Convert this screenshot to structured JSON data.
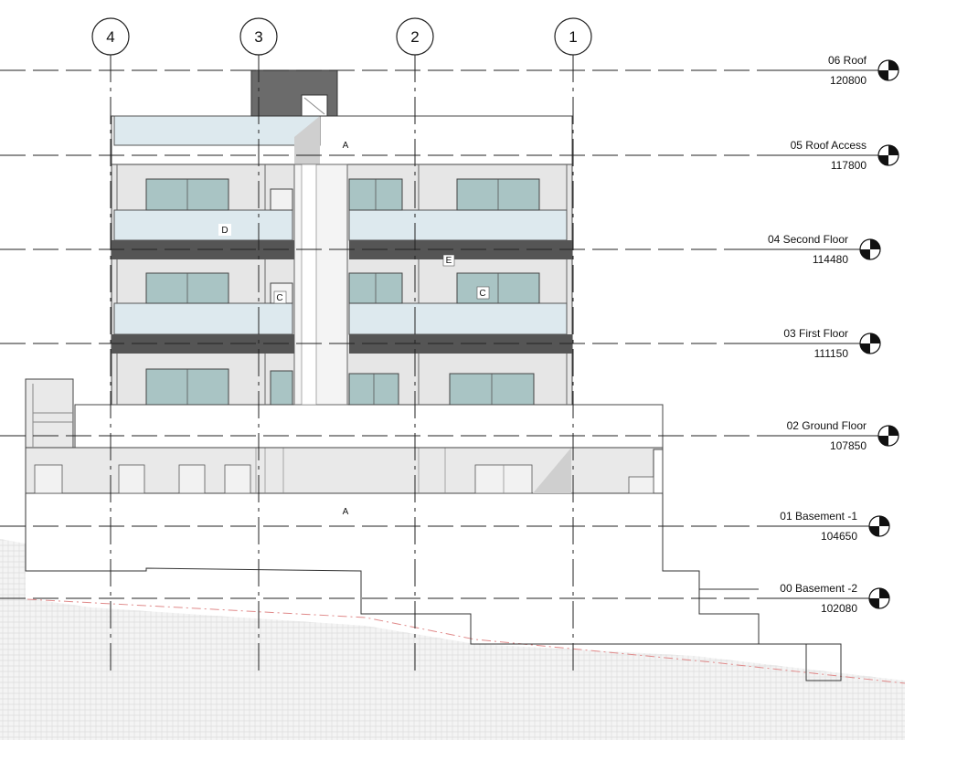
{
  "grids": [
    {
      "label": "4"
    },
    {
      "label": "3"
    },
    {
      "label": "2"
    },
    {
      "label": "1"
    }
  ],
  "levels": [
    {
      "name": "06 Roof",
      "elevation": "120800"
    },
    {
      "name": "05 Roof Access",
      "elevation": "117800"
    },
    {
      "name": "04 Second Floor",
      "elevation": "114480"
    },
    {
      "name": "03 First Floor",
      "elevation": "111150"
    },
    {
      "name": "02 Ground Floor",
      "elevation": "107850"
    },
    {
      "name": "01 Basement -1",
      "elevation": "104650"
    },
    {
      "name": "00 Basement -2",
      "elevation": "102080"
    }
  ],
  "tags": [
    "A",
    "D",
    "E",
    "C",
    "C",
    "A"
  ],
  "colors": {
    "wall": "#e6e6e6",
    "glass": "#dde9ee",
    "window": "#a9c4c4",
    "slab": "#555555",
    "line": "#222222"
  }
}
